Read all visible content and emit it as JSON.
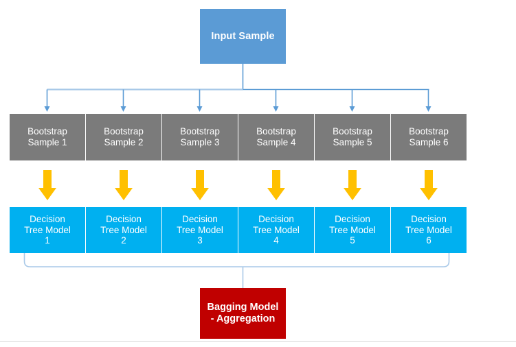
{
  "diagram": {
    "title": "Bagging ensemble flow diagram",
    "colors": {
      "input_fill": "#5B9BD5",
      "bootstrap_fill": "#7B7B7B",
      "tree_fill": "#00B0F0",
      "bagging_fill": "#C00000",
      "arrow_fill": "#FFC000",
      "connector_stroke": "#5B9BD5",
      "connector_light_stroke": "#A9C9E8",
      "text": "#FFFFFF",
      "background": "#FFFFFF",
      "bottom_rule": "#D4D4D4"
    },
    "input": {
      "label": "Input Sample"
    },
    "bootstrap_samples": [
      {
        "label": "Bootstrap\nSample 1"
      },
      {
        "label": "Bootstrap\nSample 2"
      },
      {
        "label": "Bootstrap\nSample 3"
      },
      {
        "label": "Bootstrap\nSample 4"
      },
      {
        "label": "Bootstrap\nSample 5"
      },
      {
        "label": "Bootstrap\nSample 6"
      }
    ],
    "tree_models": [
      {
        "label": "Decision\nTree Model\n1"
      },
      {
        "label": "Decision\nTree Model\n2"
      },
      {
        "label": "Decision\nTree Model\n3"
      },
      {
        "label": "Decision\nTree Model\n4"
      },
      {
        "label": "Decision\nTree Model\n5"
      },
      {
        "label": "Decision\nTree Model\n6"
      }
    ],
    "aggregation": {
      "label": "Bagging Model\n- Aggregation"
    }
  }
}
